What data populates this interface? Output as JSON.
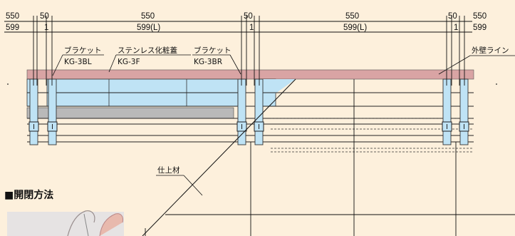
{
  "dimensions": {
    "top_row": [
      "550",
      "50",
      "550",
      "50",
      "550",
      "50",
      "550"
    ],
    "bottom_row": [
      "599",
      "1",
      "599(L)",
      "1",
      "599(L)",
      "1",
      "599"
    ]
  },
  "labels": {
    "bracket_left_name": "ブラケット",
    "bracket_left_code": "KG-3BL",
    "stainless_cover_name": "ステンレス化粧蓋",
    "stainless_cover_code": "KG-3F",
    "bracket_right_name": "ブラケット",
    "bracket_right_code": "KG-3BR",
    "exterior_wall_line": "外壁ライン",
    "finishing_material": "仕上材"
  },
  "section": {
    "heading": "■開閉方法"
  },
  "colors": {
    "background": "#fdf0dc",
    "wall_band": "#d9a4a4",
    "panel_blue": "#bfe3f5",
    "frame_gray": "#b9b9b9",
    "line": "#111111"
  }
}
